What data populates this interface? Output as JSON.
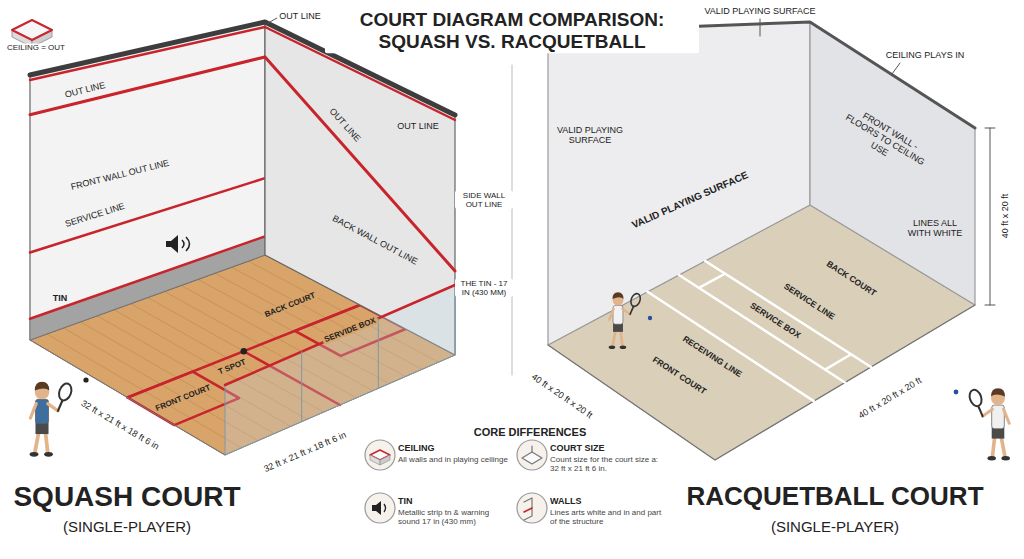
{
  "diagram": {
    "title": "COURT DIAGRAM COMPARISON: SQUASH VS. RACQUETBALL",
    "labels": [
      "CEILING = OUT",
      "OUT LINE",
      "OUT LINE",
      "OUT LINE",
      "OUT LINE",
      "FRONT WALL OUT LINE",
      "SERVICE LINE",
      "TIN",
      "SIDE WALL OUT LINE",
      "THE TIN - 17 IN (430 MM)",
      "BACK WALL OUT LINE",
      "BACK COURT",
      "SERVIDE BOX",
      "T SPOT",
      "FRONT COURT",
      "32 ft x 21 ft x 18 ft 6 in",
      "32 ft x 21 ft x 18 ft 6 in",
      "SQUASH COURT",
      "(SINGLE-PLAYER)",
      "VALID PLAYING SURFACE",
      "CEILING PLAYS IN",
      "VALID PLAYING SURFACE",
      "VALID PLAYING SURFACE",
      "FRONT WALL - FLOORS TO CEILING USE",
      "LINES ALL WITH WHITE",
      "40 ft x 20 ft",
      "BACK COURT",
      "SERVICE LINE",
      "SERVICE BOX",
      "RECEIVING LINE",
      "FRONT COURT",
      "40 ft x 20 ft x 20 ft",
      "40 ft x 20 ft x 20 ft",
      "RACQUETBALL COURT",
      "(SINGLE-PLAYER)",
      "CORE DIFFERENCES",
      "CEILING",
      "All walls and in playing ceilinge",
      "COURT SIZE",
      "Count size for the court size a: 32 ft x 21 ft 6 in.",
      "TIN",
      "Metallic strip tn & warning sound 17 in (430 mm)",
      "WALLS",
      "Lines arts white and in and part of the structure"
    ]
  }
}
